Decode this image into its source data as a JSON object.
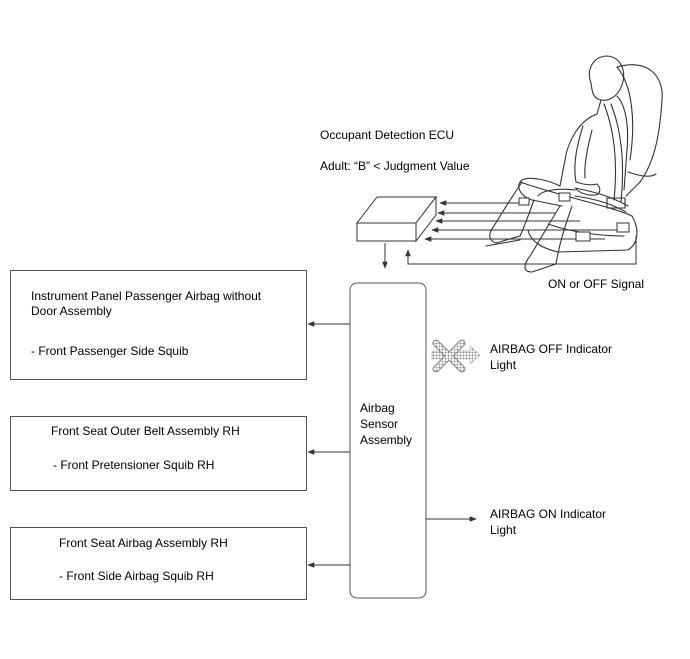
{
  "ecu": {
    "title": "Occupant Detection ECU",
    "condition": "Adult: “B” < Judgment Value"
  },
  "signal_label": "ON or OFF Signal",
  "sensor": {
    "lines": [
      "Airbag",
      "Sensor",
      "Assembly"
    ]
  },
  "outputs": [
    {
      "lines": [
        "Instrument Panel Passenger Airbag without",
        "Door Assembly",
        "- Front Passenger Side Squib"
      ]
    },
    {
      "lines": [
        "Front Seat Outer Belt Assembly RH",
        "- Front Pretensioner Squib RH"
      ]
    },
    {
      "lines": [
        "Front Seat Airbag Assembly RH",
        "- Front Side Airbag Squib RH"
      ]
    }
  ],
  "indicators": {
    "off": {
      "lines": [
        "AIRBAG OFF Indicator",
        "Light"
      ],
      "disabled": true
    },
    "on": {
      "lines": [
        "AIRBAG ON Indicator",
        "Light"
      ]
    }
  }
}
